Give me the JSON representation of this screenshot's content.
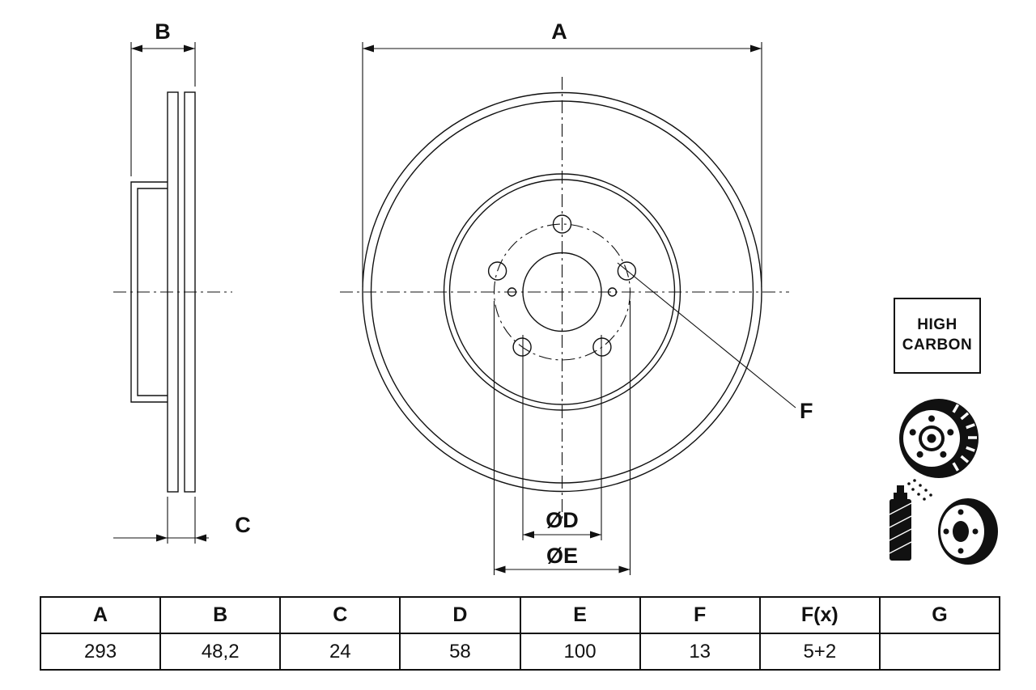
{
  "drawing": {
    "dim_a_label": "A",
    "dim_b_label": "B",
    "dim_c_label": "C",
    "dim_d_label": "ØD",
    "dim_e_label": "ØE",
    "dim_f_label": "F"
  },
  "badge": {
    "line1": "HIGH",
    "line2": "CARBON"
  },
  "icons": {
    "brake_disc": "brake-disc-icon",
    "spray_coating": "spray-coating-icon"
  },
  "table": {
    "headers": [
      "A",
      "B",
      "C",
      "D",
      "E",
      "F",
      "F(x)",
      "G"
    ],
    "values": [
      "293",
      "48,2",
      "24",
      "58",
      "100",
      "13",
      "5+2",
      ""
    ]
  },
  "colors": {
    "line": "#111111",
    "background": "#ffffff"
  }
}
